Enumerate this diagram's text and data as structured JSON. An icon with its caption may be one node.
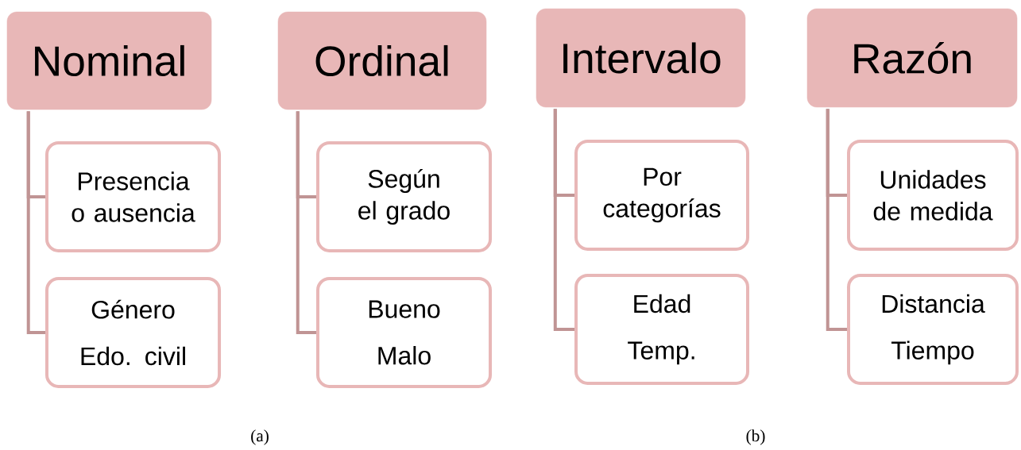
{
  "diagram": {
    "nodes": [
      {
        "text": [
          "Nominal"
        ]
      },
      {
        "text": [
          "Presencia o ausencia"
        ]
      },
      {
        "text": [
          "Género",
          "Edo. civil"
        ]
      },
      {
        "text": [
          "Ordinal"
        ]
      },
      {
        "text": [
          "Según el grado"
        ]
      },
      {
        "text": [
          "Bueno",
          "Malo"
        ]
      },
      {
        "text": [
          "Intervalo"
        ]
      },
      {
        "text": [
          "Por categorías"
        ]
      },
      {
        "text": [
          "Edad",
          "Temp."
        ]
      },
      {
        "text": [
          "Razón"
        ]
      },
      {
        "text": [
          "Unidades de medida"
        ]
      },
      {
        "text": [
          "Distancia",
          "Tiempo"
        ]
      }
    ],
    "edges": [
      {
        "from": 0,
        "to": 1,
        "arrow": "none"
      },
      {
        "from": 0,
        "to": 2,
        "arrow": "none"
      },
      {
        "from": 3,
        "to": 4,
        "arrow": "none"
      },
      {
        "from": 3,
        "to": 5,
        "arrow": "none"
      },
      {
        "from": 6,
        "to": 7,
        "arrow": "none"
      },
      {
        "from": 6,
        "to": 8,
        "arrow": "none"
      },
      {
        "from": 9,
        "to": 10,
        "arrow": "none"
      },
      {
        "from": 9,
        "to": 11,
        "arrow": "none"
      }
    ],
    "labels": [
      "(a)",
      "(b)"
    ]
  }
}
